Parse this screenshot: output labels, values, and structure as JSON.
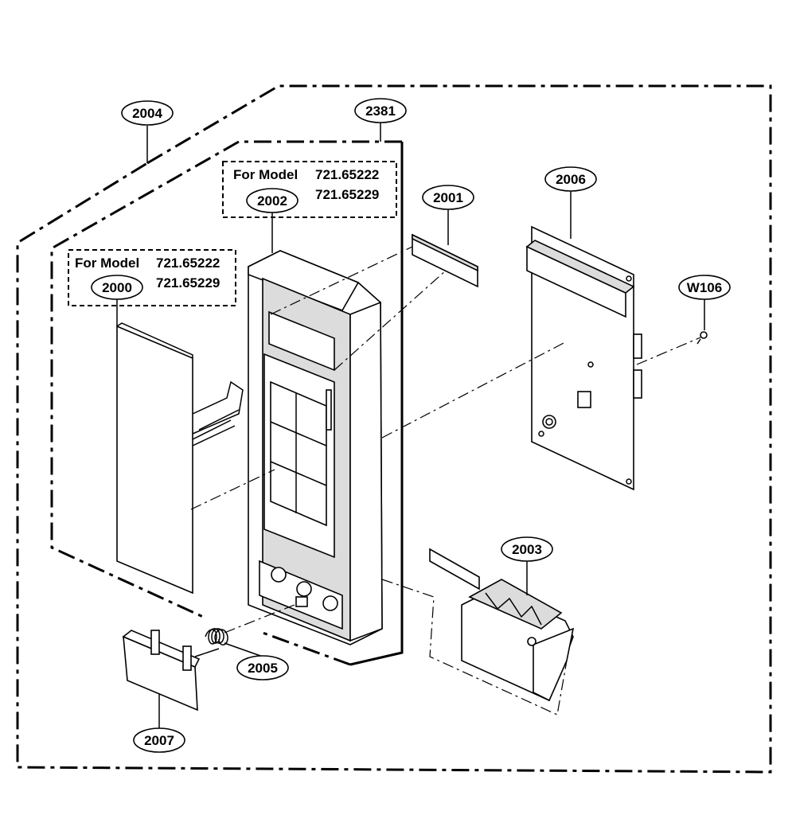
{
  "callouts": {
    "c2004": "2004",
    "c2381": "2381",
    "c2002": "2002",
    "c2001": "2001",
    "c2006": "2006",
    "cW106": "W106",
    "c2000": "2000",
    "c2003": "2003",
    "c2005": "2005",
    "c2007": "2007"
  },
  "model_boxes": {
    "upper": {
      "prefix": "For Model",
      "model_a": "721.65222",
      "model_b": "721.65229"
    },
    "lower": {
      "prefix": "For Model",
      "model_a": "721.65222",
      "model_b": "721.65229"
    }
  }
}
